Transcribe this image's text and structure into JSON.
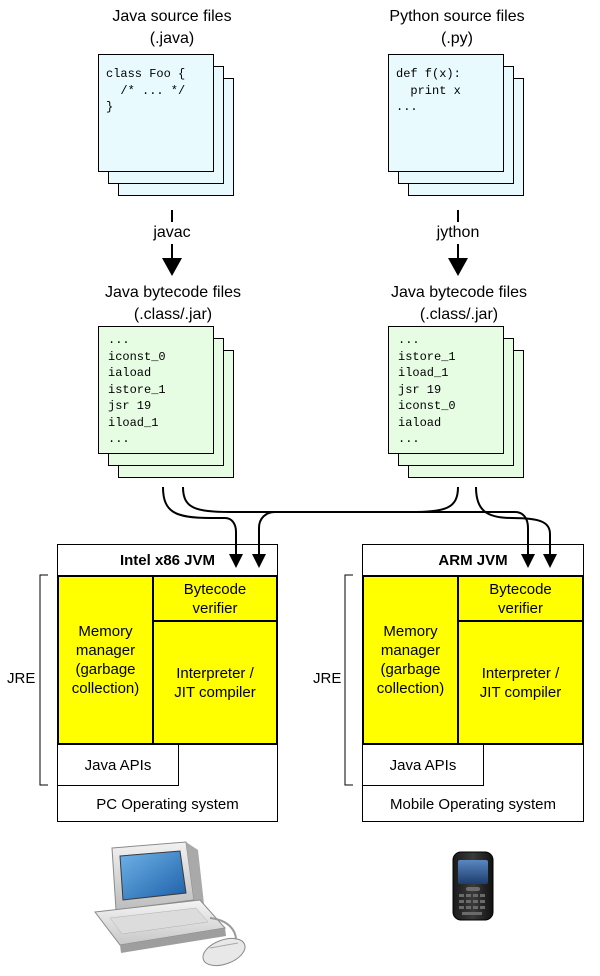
{
  "java_source": {
    "title_line1": "Java source files",
    "title_line2": "(.java)",
    "code": "class Foo {\n  /* ... */\n}"
  },
  "python_source": {
    "title_line1": "Python source files",
    "title_line2": "(.py)",
    "code": "def f(x):\n  print x\n..."
  },
  "compilers": {
    "javac": "javac",
    "jython": "jython"
  },
  "java_bytecode": {
    "title_line1": "Java bytecode files",
    "title_line2": "(.class/.jar)",
    "code": "...\niconst_0\niaload\nistore_1\njsr 19\niload_1\n..."
  },
  "python_bytecode": {
    "title_line1": "Java bytecode files",
    "title_line2": "(.class/.jar)",
    "code": "...\nistore_1\niload_1\njsr 19\niconst_0\niaload\n..."
  },
  "left_platform": {
    "jvm_title": "Intel x86 JVM",
    "bytecode_verifier": "Bytecode\nverifier",
    "memory_manager": "Memory\nmanager\n(garbage\ncollection)",
    "interpreter": "Interpreter /\nJIT compiler",
    "jre_label": "JRE",
    "java_apis": "Java APIs",
    "os": "PC Operating system"
  },
  "right_platform": {
    "jvm_title": "ARM JVM",
    "bytecode_verifier": "Bytecode\nverifier",
    "memory_manager": "Memory\nmanager\n(garbage\ncollection)",
    "interpreter": "Interpreter /\nJIT compiler",
    "jre_label": "JRE",
    "java_apis": "Java APIs",
    "os": "Mobile Operating system"
  },
  "icons": {
    "computer": "desktop-computer-icon",
    "phone": "mobile-phone-icon"
  },
  "colors": {
    "source_page": "#e8fafe",
    "bytecode_page": "#e6fde4",
    "jvm_component": "#ffff00",
    "line": "#000000"
  }
}
